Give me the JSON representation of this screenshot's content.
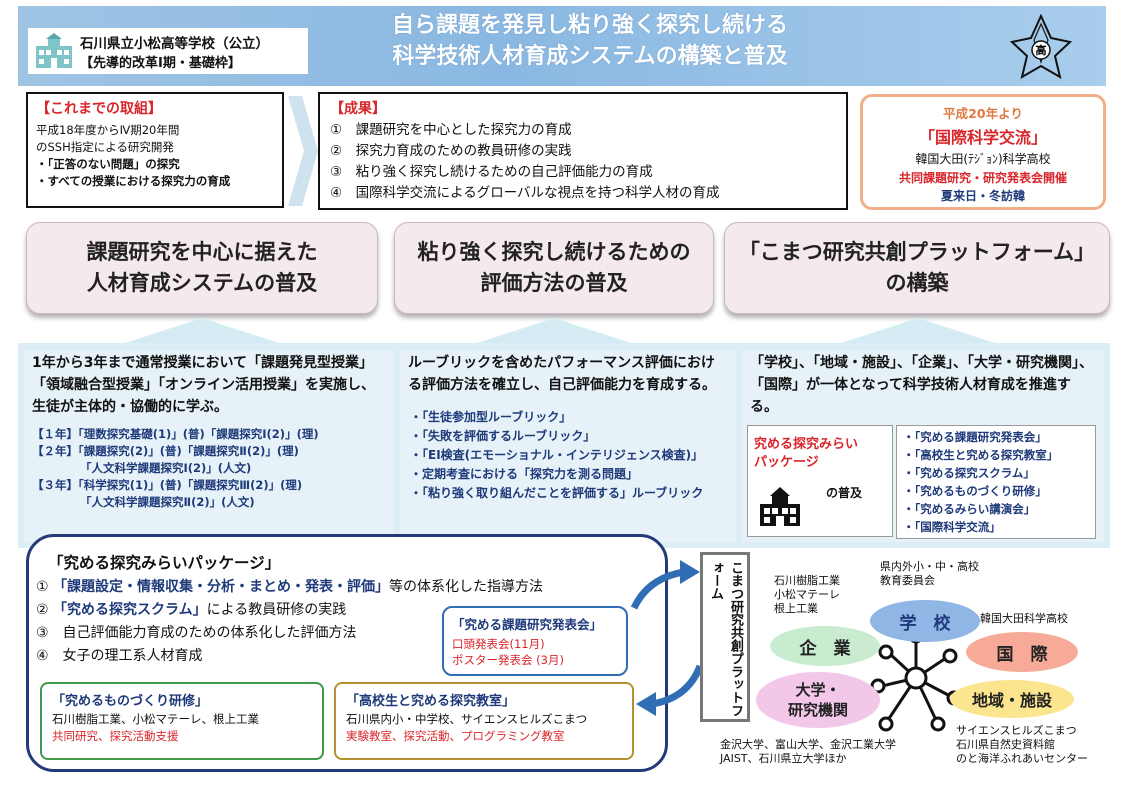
{
  "header": {
    "school_name": "石川県立小松高等学校（公立）",
    "school_sub": "【先導的改革Ⅰ期・基礎枠】",
    "title_line1": "自ら課題を発見し粘り強く探究し続ける",
    "title_line2": "科学技術人材育成システムの構築と普及",
    "emblem_char": "高"
  },
  "past": {
    "title": "【これまでの取組】",
    "lines": [
      "平成18年度からⅣ期20年間",
      "のSSH指定による研究開発",
      "・「正答のない問題」の探究",
      "・すべての授業における探究力の育成"
    ]
  },
  "results": {
    "title": "【成果】",
    "items": [
      "①　課題研究を中心とした探究力の育成",
      "②　探究力育成のための教員研修の実践",
      "③　粘り強く探究し続けるための自己評価能力の育成",
      "④　国際科学交流によるグローバルな視点を持つ科学人材の育成"
    ]
  },
  "intl": {
    "since": "平成20年より",
    "title": "「国際科学交流」",
    "partner": "韓国大田(ﾃｼﾞｮﾝ)科学高校",
    "event": "共同課題研究・研究発表会開催",
    "season": "夏来日・冬訪韓"
  },
  "pillars": [
    {
      "line1": "課題研究を中心に据えた",
      "line2": "人材育成システムの普及"
    },
    {
      "line1": "粘り強く探究し続けるための",
      "line2": "評価方法の普及"
    },
    {
      "line1": "「こまつ研究共創プラットフォーム」",
      "line2": "の構築"
    }
  ],
  "col1": {
    "lead": "1年から3年まで通常授業において「課題発見型授業」「領域融合型授業」「オンライン活用授業」を実施し、生徒が主体的・協働的に学ぶ。",
    "courses": [
      "【１年】「理数探究基礎(1)」(普)「課題探究Ⅰ(2)」(理)",
      "【２年】「課題探究(2)」(普)「課題探究Ⅱ(2)」(理)",
      "「人文科学課題探究Ⅰ(2)」(人文)",
      "【３年】「科学探究(1)」(普)「課題探究Ⅲ(2)」(理)",
      "「人文科学課題探究Ⅱ(2)」(人文)"
    ]
  },
  "col2": {
    "lead": "ルーブリックを含めたパフォーマンス評価における評価方法を確立し、自己評価能力を育成する。",
    "items": [
      "・「生徒参加型ルーブリック」",
      "・「失敗を評価するルーブリック」",
      "・「EI検査(エモーショナル・インテリジェンス検査)」",
      "・定期考査における「探究力を測る問題」",
      "・「粘り強く取り組んだことを評価する」ルーブリック"
    ]
  },
  "col3": {
    "lead": "「学校」、「地域・施設」、「企業」、「大学・研究機関」、「国際」が一体となって科学技術人材育成を推進する。",
    "package_title_1": "究める探究みらい",
    "package_title_2": "パッケージ",
    "package_note": "の普及",
    "events": [
      "・「究める課題研究発表会」",
      "・「高校生と究める探究教室」",
      "・「究める探究スクラム」",
      "・「究めるものづくり研修」",
      "・「究めるみらい講演会」",
      "・「国際科学交流」"
    ]
  },
  "package": {
    "title": "「究める探究みらいパッケージ」",
    "item1_no": "①",
    "item1_bold": "「課題設定・情報収集・分析・まとめ・発表・評価」",
    "item1_rest": "等の体系化した指導方法",
    "item2_no": "②",
    "item2_bold": "「究める探究スクラム」",
    "item2_rest": "による教員研修の実践",
    "item3": "③　自己評価能力育成のための体系化した評価方法",
    "item4": "④　女子の理工系人材育成",
    "blue_title": "「究める課題研究発表会」",
    "blue_l1": "口頭発表会(11月)",
    "blue_l2": "ポスター発表会 (3月)",
    "green_title": "「究めるものづくり研修」",
    "green_l1": "石川樹脂工業、小松マテーレ、根上工業",
    "green_l2": "共同研究、探究活動支援",
    "gold_title": "「高校生と究める探究教室」",
    "gold_l1": "石川県内小・中学校、サイエンスヒルズこまつ",
    "gold_l2": "実験教室、探究活動、プログラミング教室"
  },
  "platform": {
    "label": "こまつ研究共創プラットフォーム"
  },
  "network": {
    "school": "学　校",
    "company": "企　業",
    "intl": "国　際",
    "univ_1": "大学・",
    "univ_2": "研究機関",
    "region": "地域・施設",
    "school_note_1": "県内外小・中・高校",
    "school_note_2": "教育委員会",
    "company_note_1": "石川樹脂工業",
    "company_note_2": "小松マテーレ",
    "company_note_3": "根上工業",
    "intl_note": "韓国大田科学高校",
    "univ_note_1": "金沢大学、富山大学、金沢工業大学",
    "univ_note_2": "JAIST、石川県立大学ほか",
    "region_note_1": "サイエンスヒルズこまつ",
    "region_note_2": "石川県自然史資料館",
    "region_note_3": "のと海洋ふれあいセンター"
  },
  "colors": {
    "navy": "#1f3a7a",
    "red": "#d9262b",
    "header_blue": "#8ab8e2",
    "pillar_pink": "#f3e9ef",
    "panel_blue": "#dcedf5"
  }
}
